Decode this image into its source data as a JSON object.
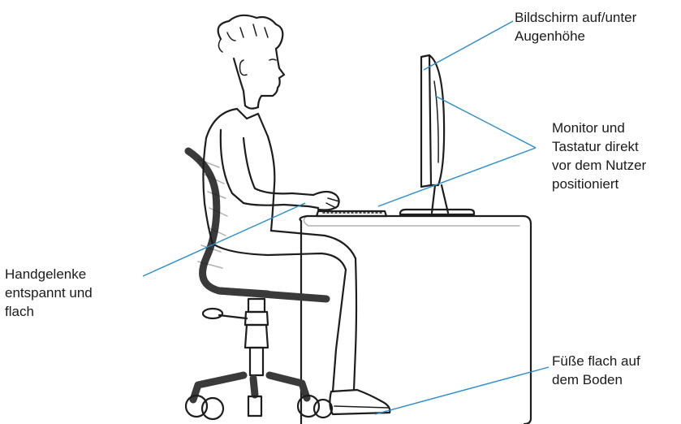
{
  "labels": {
    "screen_height": [
      "Bildschirm auf/unter",
      "Augenhöhe"
    ],
    "monitor_position": [
      "Monitor und",
      "Tastatur direkt",
      "vor dem Nutzer",
      "positioniert"
    ],
    "wrists": [
      "Handgelenke",
      "entspannt und",
      "flach"
    ],
    "feet": [
      "Füße flach auf",
      "dem Boden"
    ]
  },
  "colors": {
    "callout_line": "#2a8ccf",
    "ink": "#1d1d1d",
    "chair_frame": "#3a3a3a"
  }
}
